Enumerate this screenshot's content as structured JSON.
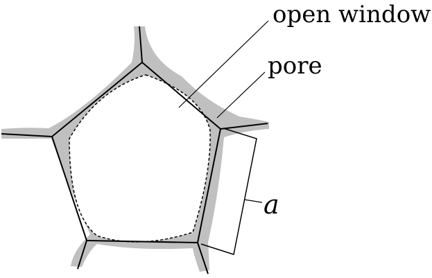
{
  "labels": {
    "open_window": "open window",
    "pore": "pore",
    "edge_length": "a"
  },
  "colors": {
    "strut_fill": "#c0c0c0",
    "line": "#000000",
    "background": "#ffffff"
  }
}
